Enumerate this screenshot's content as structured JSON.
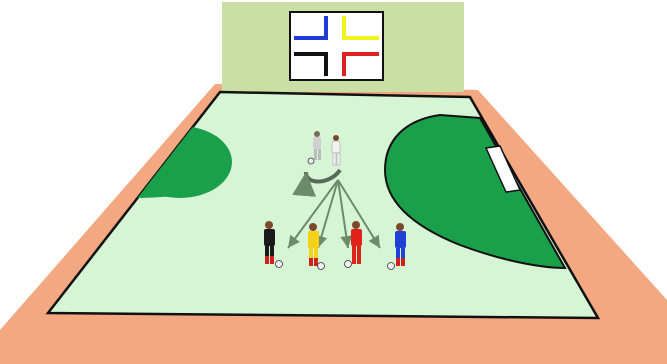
{
  "scene": {
    "type": "futsal drill diagram",
    "colors": {
      "background": "#ffffff",
      "surround": "#f4a882",
      "court": "#d5f5d5",
      "wall": "#c9dfa3",
      "goal_area": "#1aa04a",
      "lines": "#111111"
    }
  },
  "target_board": {
    "quadrant_colors": [
      "#1f3bd8",
      "#f2f21c",
      "#111111",
      "#e02020"
    ]
  },
  "players": [
    {
      "id": "passer-demo",
      "kit": "#d0d0d0",
      "ball": true
    },
    {
      "id": "passer",
      "kit": "#f2f2f2",
      "ball": false
    },
    {
      "id": "player-black",
      "kit": "#1a1a1a",
      "ball": true
    },
    {
      "id": "player-yellow",
      "kit": "#f5d21a",
      "ball": true
    },
    {
      "id": "player-red",
      "kit": "#e0231a",
      "ball": true
    },
    {
      "id": "player-blue",
      "kit": "#2040d8",
      "ball": true
    }
  ]
}
